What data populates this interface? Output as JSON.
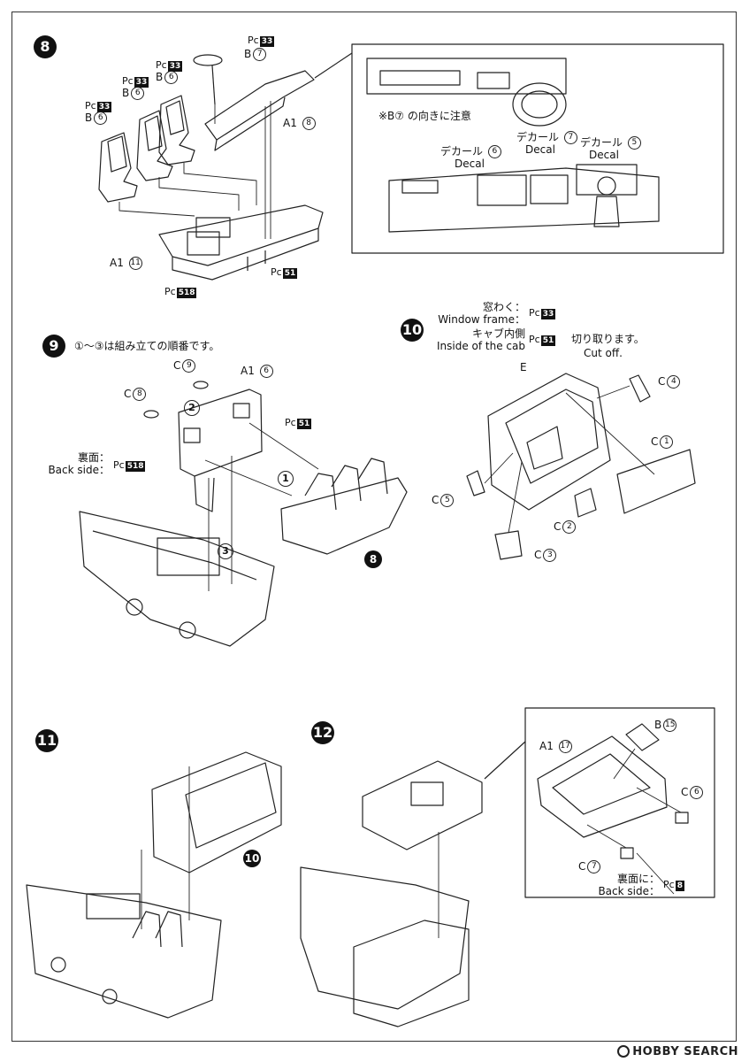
{
  "steps": {
    "s8": {
      "num": "8"
    },
    "s9": {
      "num": "9",
      "note": "①～③は組み立ての順番です。",
      "order_1": "1",
      "order_2": "2",
      "order_3": "3",
      "target": "8"
    },
    "s10": {
      "num": "10",
      "window_jp": "窓わく：",
      "window_en": "Window frame：",
      "inside_jp": "キャブ内側",
      "inside_en": "Inside of the cab",
      "cut_jp": "切り取ります。",
      "cut_en": "Cut off."
    },
    "s11": {
      "num": "11",
      "target": "10"
    },
    "s12": {
      "num": "12"
    }
  },
  "parts": {
    "pc": "Pc",
    "pc33": "33",
    "pc51": "51",
    "pc518": "518",
    "pc8": "8",
    "b": "B",
    "c": "C",
    "a1": "A1",
    "e": "E",
    "n6": "6",
    "n7": "7",
    "n8": "8",
    "n9": "9",
    "n11": "11",
    "n1": "1",
    "n2": "2",
    "n3": "3",
    "n4": "4",
    "n5": "5",
    "n15": "15",
    "n17": "17"
  },
  "callout8": {
    "note": "※B⑦ の向きに注意",
    "decal_jp": "デカール",
    "decal_en": "Decal"
  },
  "callout12": {
    "back_jp": "裏面に：",
    "back_en": "Back side："
  },
  "back": {
    "jp": "裏面：",
    "en": "Back side："
  },
  "watermark": {
    "text": "HOBBY SEARCH"
  }
}
